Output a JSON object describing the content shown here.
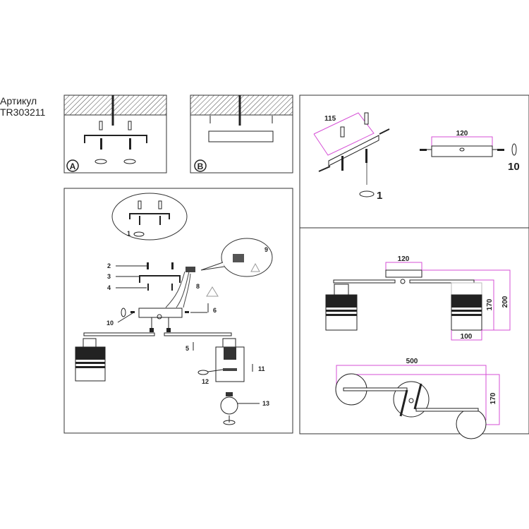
{
  "article": {
    "label": "Артикул",
    "code": "TR303211"
  },
  "mount_options": {
    "a": "A",
    "b": "B"
  },
  "assembly_steps": [
    "1",
    "2",
    "3",
    "4",
    "5",
    "6",
    "8",
    "9",
    "10",
    "11",
    "12",
    "13"
  ],
  "bracket_detail": {
    "width": "115",
    "screw_label": "1",
    "plate_width": "120",
    "plate_screw_label": "10"
  },
  "dimensions": {
    "canopy_width": "120",
    "shade_height": "170",
    "total_height": "200",
    "shade_width": "100",
    "total_length": "500",
    "total_depth": "170"
  },
  "colors": {
    "dimension": "#d64fd6",
    "line": "#222222"
  }
}
